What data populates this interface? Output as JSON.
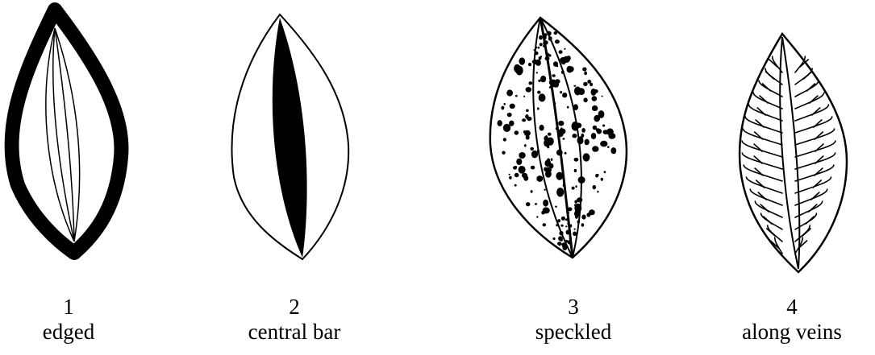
{
  "colors": {
    "ink": "#000000",
    "paper": "#ffffff"
  },
  "leaves": [
    {
      "number": "1",
      "label": "edged"
    },
    {
      "number": "2",
      "label": "central bar"
    },
    {
      "number": "3",
      "label": "speckled"
    },
    {
      "number": "4",
      "label": "along veins"
    }
  ]
}
